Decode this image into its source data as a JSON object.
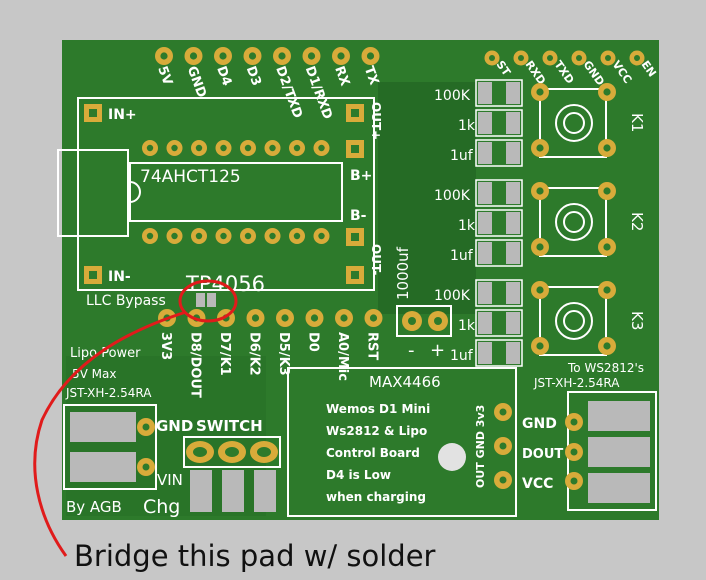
{
  "colors": {
    "background": "#c7c7c7",
    "board": "#2d7a2b",
    "board_dark": "#1f5e20",
    "silkscreen": "#ffffff",
    "pad_gold": "#d8ab3a",
    "smd_pad": "#b9b9b9",
    "annotation_red": "#e01b1b"
  },
  "header_pins": [
    "5V",
    "GND",
    "D4",
    "D3",
    "D2/TXD",
    "D1/RXD",
    "RX",
    "TX"
  ],
  "header_right_pins": [
    "ST",
    "RXD",
    "TXD",
    "GND",
    "VCC",
    "EN"
  ],
  "bottom_pins": [
    "3V3",
    "D8/DOUT",
    "D7/K1",
    "D6/K2",
    "D5/K3",
    "D0",
    "A0/Mic",
    "RST"
  ],
  "tp4056": {
    "in_plus": "IN+",
    "in_minus": "IN-",
    "out_plus": "OUT+",
    "out_minus": "OUT-",
    "b_plus": "B+",
    "b_minus": "B-",
    "chip_label": "74AHCT125",
    "module_label": "TP4056",
    "llc_bypass": "LLC Bypass"
  },
  "buttons": [
    {
      "label": "K1",
      "r": "100K",
      "r2": "1k",
      "c": "1uf"
    },
    {
      "label": "K2",
      "r": "100K",
      "r2": "1k",
      "c": "1uf"
    },
    {
      "label": "K3",
      "r": "100K",
      "r2": "1k",
      "c": "1uf"
    }
  ],
  "cap_1000uf": "1000uf",
  "cap_polarity": {
    "minus": "-",
    "plus": "+"
  },
  "lipo": {
    "title": "Lipo Power",
    "subtitle": "5V Max",
    "connector": "JST-XH-2.54RA"
  },
  "switch": {
    "gnd": "GND",
    "label": "SWITCH",
    "vin": "VIN"
  },
  "credit": {
    "by": "By AGB",
    "chg": "Chg"
  },
  "max_module": {
    "title": "MAX4466",
    "lines": [
      "Wemos D1 Mini",
      "Ws2812 & Lipo",
      "Control Board",
      "D4 is Low",
      "when charging"
    ],
    "pins": "OUT GND 3v3"
  },
  "ws_connector": {
    "title": "To WS2812's",
    "connector": "JST-XH-2.54RA",
    "pins": [
      "GND",
      "DOUT",
      "VCC"
    ]
  },
  "annotation": "Bridge this pad w/ solder"
}
